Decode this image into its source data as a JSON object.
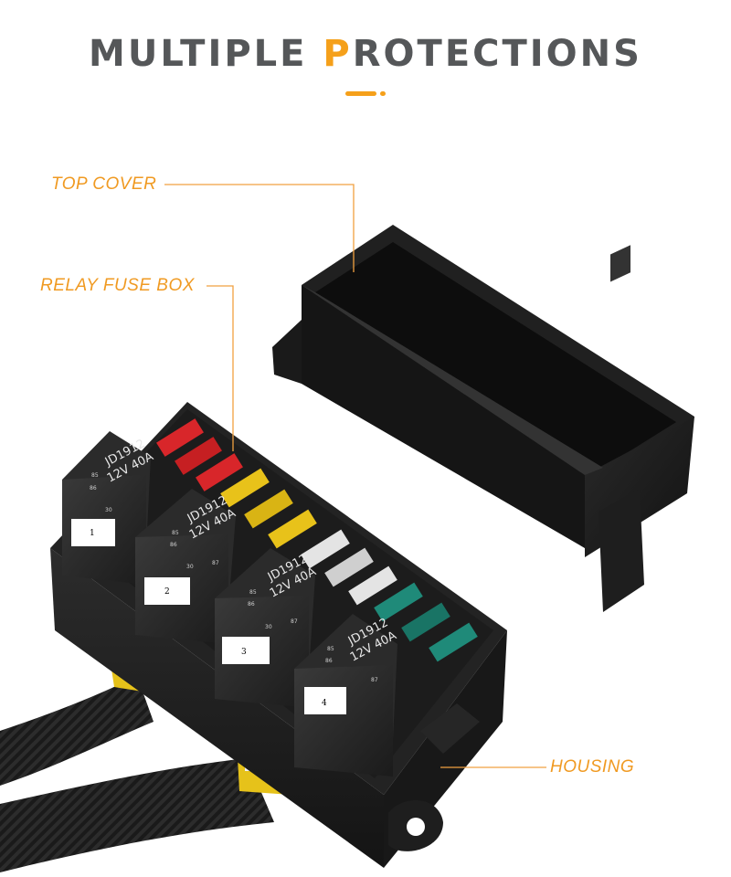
{
  "header": {
    "title_part1": "MULTIPLE ",
    "title_accent": "P",
    "title_part2": "ROTECTIONS"
  },
  "callouts": {
    "top_cover": "TOP COVER",
    "relay_fuse_box": "RELAY FUSE BOX",
    "housing": "HOUSING"
  },
  "relays": [
    {
      "model": "JD1912",
      "rating": "12V 40A",
      "number": "1"
    },
    {
      "model": "JD1912",
      "rating": "12V 40A",
      "number": "2"
    },
    {
      "model": "JD1912",
      "rating": "12V 40A",
      "number": "3"
    },
    {
      "model": "JD1912",
      "rating": "12V 40A",
      "number": "4"
    }
  ],
  "relay_pins": {
    "p85": "85",
    "p86": "86",
    "p30": "30",
    "p87": "87"
  },
  "colors": {
    "accent": "#f5a01a",
    "fuse_red": "#d8262a",
    "fuse_yellow": "#e8c21a",
    "fuse_clear": "#d9d9d9",
    "fuse_green": "#1f8a79"
  }
}
